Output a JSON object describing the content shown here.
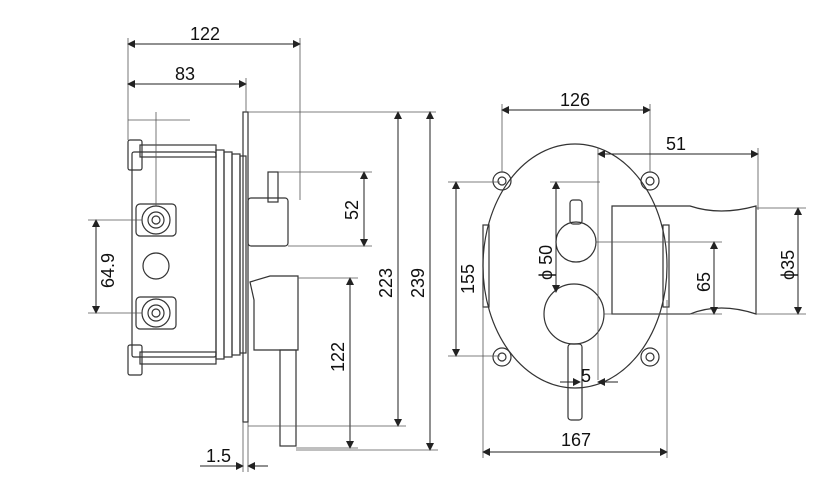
{
  "side_view": {
    "dim_total_depth": "122",
    "dim_body_depth": "83",
    "dim_inlet_spacing": "64.9",
    "dim_upper_handle": "52",
    "dim_lower_handle": "122",
    "dim_height_inner": "223",
    "dim_height_outer": "239",
    "dim_plate": "1.5"
  },
  "front_view": {
    "dim_plate_top": "126",
    "dim_handle_offset": "51",
    "dim_plate_height": "155",
    "dim_knob_diameter": "ϕ 50",
    "dim_knob_spacing": "65",
    "dim_handle_diameter": "ϕ35",
    "dim_small": "5",
    "dim_plate_width": "167"
  }
}
